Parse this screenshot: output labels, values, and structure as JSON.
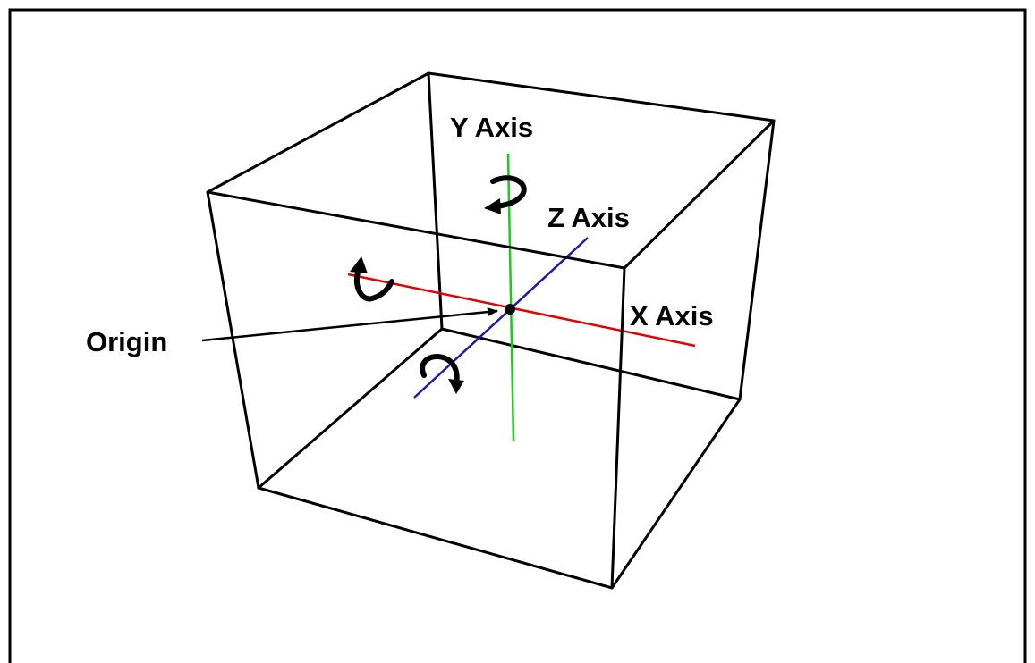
{
  "labels": {
    "y_axis": "Y Axis",
    "z_axis": "Z Axis",
    "x_axis": "X Axis",
    "origin": "Origin"
  },
  "colors": {
    "border": "#000000",
    "cube_edges": "#000000",
    "x_axis": "#e00000",
    "y_axis": "#1ec81e",
    "z_axis": "#1c1ca8",
    "arrows": "#000000",
    "background": "#ffffff"
  },
  "icons": {
    "x_rotation": "curved-rotation-arrow-icon",
    "y_rotation": "curved-rotation-arrow-icon",
    "z_rotation": "curved-rotation-arrow-icon"
  }
}
